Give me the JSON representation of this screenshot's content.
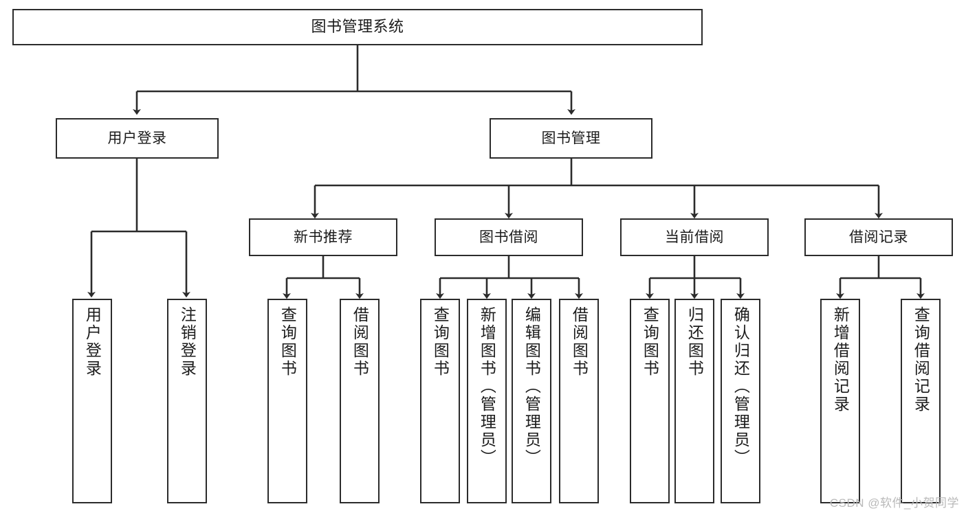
{
  "diagram": {
    "title": "图书管理系统",
    "type": "tree",
    "watermark": "CSDN @软件_小贺同学",
    "colors": {
      "box_border": "#2b2b2b",
      "box_fill": "#ffffff",
      "connector": "#2b2b2b",
      "text": "#1b1b1b",
      "watermark": "#b9b9b9",
      "background": "#ffffff"
    },
    "nodes": {
      "root": {
        "label": "图书管理系统"
      },
      "level2": [
        {
          "label": "用户登录"
        },
        {
          "label": "图书管理"
        }
      ],
      "level3": [
        {
          "label": "新书推荐"
        },
        {
          "label": "图书借阅"
        },
        {
          "label": "当前借阅"
        },
        {
          "label": "借阅记录"
        }
      ],
      "leaves": {
        "user_login": [
          {
            "label": "用户登录"
          },
          {
            "label": "注销登录"
          }
        ],
        "new_book": [
          {
            "label": "查询图书"
          },
          {
            "label": "借阅图书"
          }
        ],
        "borrow_book": [
          {
            "label": "查询图书"
          },
          {
            "label": "新增图书（管理员）"
          },
          {
            "label": "编辑图书（管理员）"
          },
          {
            "label": "借阅图书"
          }
        ],
        "current_borrow": [
          {
            "label": "查询图书"
          },
          {
            "label": "归还图书"
          },
          {
            "label": "确认归还（管理员）"
          }
        ],
        "borrow_record": [
          {
            "label": "新增借阅记录"
          },
          {
            "label": "查询借阅记录"
          }
        ]
      }
    }
  }
}
